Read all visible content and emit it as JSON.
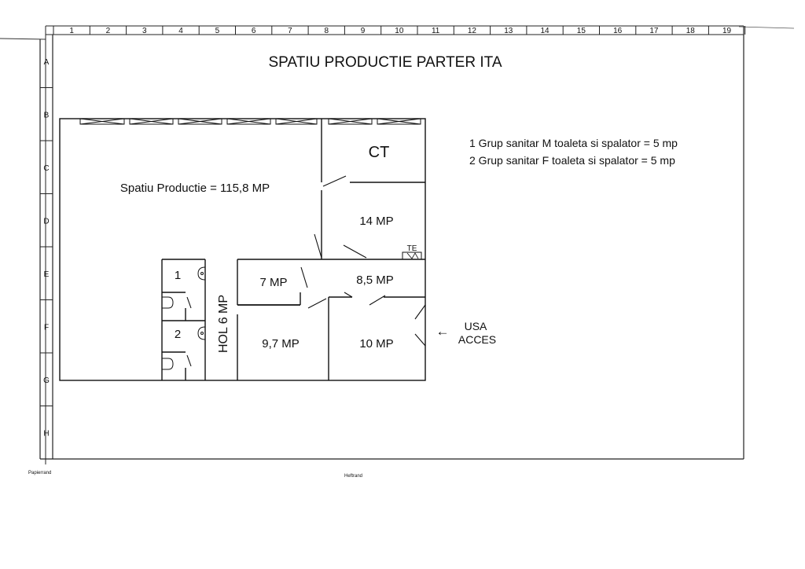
{
  "title": "SPATIU PRODUCTIE PARTER ITA",
  "column_labels": [
    "1",
    "2",
    "3",
    "4",
    "5",
    "6",
    "7",
    "8",
    "9",
    "10",
    "11",
    "12",
    "13",
    "14",
    "15",
    "16",
    "17",
    "18",
    "19"
  ],
  "row_labels": [
    "A",
    "B",
    "C",
    "D",
    "E",
    "F",
    "G",
    "H"
  ],
  "rooms": {
    "production": "Spatiu Productie = 115,8 MP",
    "ct": "CT",
    "room14": "14 MP",
    "te": "TE",
    "room7": "7 MP",
    "room85": "8,5 MP",
    "hol": "HOL 6 MP",
    "room97": "9,7 MP",
    "room10": "10 MP",
    "wc1": "1",
    "wc2": "2"
  },
  "legend": [
    "1 Grup sanitar M toaleta si spalator = 5 mp",
    "2 Grup sanitar F toaleta si spalator = 5 mp"
  ],
  "exit_line1": "USA",
  "exit_line2": "ACCES",
  "exit_arrow": "←",
  "footer_left": "Papierrand",
  "footer_center": "Heftrand"
}
